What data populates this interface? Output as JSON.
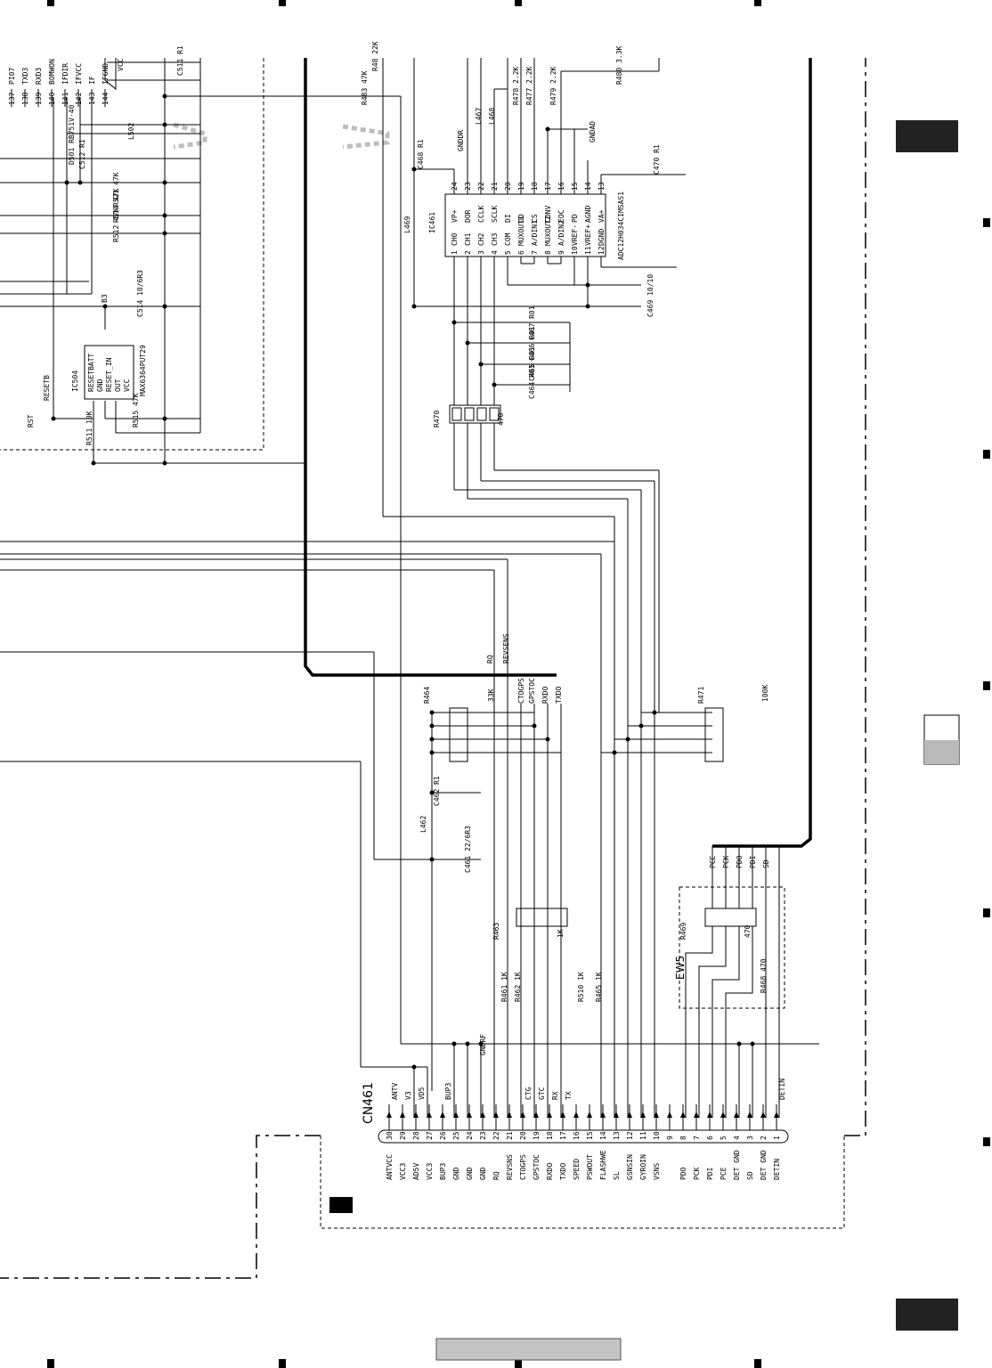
{
  "connector": {
    "ref": "CN461",
    "pins": [
      {
        "num": "30",
        "name": "ANTVCC",
        "net": "ANTV"
      },
      {
        "num": "29",
        "name": "VCC3",
        "net": "V3"
      },
      {
        "num": "28",
        "name": "AD5V",
        "net": "VD5"
      },
      {
        "num": "27",
        "name": "VCC3",
        "net": ""
      },
      {
        "num": "26",
        "name": "BUP3",
        "net": "BUP3"
      },
      {
        "num": "25",
        "name": "GND",
        "net": ""
      },
      {
        "num": "24",
        "name": "GND",
        "net": ""
      },
      {
        "num": "23",
        "name": "GND",
        "net": ""
      },
      {
        "num": "22",
        "name": "RQ",
        "net": ""
      },
      {
        "num": "21",
        "name": "REVSNS",
        "net": ""
      },
      {
        "num": "20",
        "name": "CTOGPS",
        "net": "CTG"
      },
      {
        "num": "19",
        "name": "GPSTOC",
        "net": "GTC"
      },
      {
        "num": "18",
        "name": "RXDO",
        "net": "RX"
      },
      {
        "num": "17",
        "name": "TXDO",
        "net": "TX"
      },
      {
        "num": "16",
        "name": "SPEED",
        "net": ""
      },
      {
        "num": "15",
        "name": "PSWOUT",
        "net": ""
      },
      {
        "num": "14",
        "name": "FLASHWE",
        "net": ""
      },
      {
        "num": "13",
        "name": "SL",
        "net": ""
      },
      {
        "num": "12",
        "name": "GSNSIN",
        "net": ""
      },
      {
        "num": "11",
        "name": "GYROIN",
        "net": ""
      },
      {
        "num": "10",
        "name": "VSNS",
        "net": ""
      },
      {
        "num": "9",
        "name": "",
        "net": ""
      },
      {
        "num": "8",
        "name": "PDO",
        "net": ""
      },
      {
        "num": "7",
        "name": "PCK",
        "net": ""
      },
      {
        "num": "6",
        "name": "PDI",
        "net": ""
      },
      {
        "num": "5",
        "name": "PCE",
        "net": ""
      },
      {
        "num": "4",
        "name": "DET GND",
        "net": ""
      },
      {
        "num": "3",
        "name": "SD",
        "net": ""
      },
      {
        "num": "2",
        "name": "DET GND",
        "net": ""
      },
      {
        "num": "1",
        "name": "DETIN",
        "net": "DETIN"
      }
    ]
  },
  "adc": {
    "ref": "IC461",
    "part": "ADC12H034CIMSAS1",
    "left_pins": [
      {
        "num": "1",
        "name": "CH0"
      },
      {
        "num": "2",
        "name": "CH1"
      },
      {
        "num": "3",
        "name": "CH2"
      },
      {
        "num": "4",
        "name": "CH3"
      },
      {
        "num": "5",
        "name": "COM"
      },
      {
        "num": "6",
        "name": "MUXOUT1"
      },
      {
        "num": "7",
        "name": "A/DIN1"
      },
      {
        "num": "8",
        "name": "MUXOUT2"
      },
      {
        "num": "9",
        "name": "A/DIN2"
      },
      {
        "num": "10",
        "name": "VREF-"
      },
      {
        "num": "11",
        "name": "VREF+"
      },
      {
        "num": "12",
        "name": "DGND"
      }
    ],
    "right_pins": [
      {
        "num": "24",
        "name": "VP+"
      },
      {
        "num": "23",
        "name": "DOR"
      },
      {
        "num": "22",
        "name": "CCLK"
      },
      {
        "num": "21",
        "name": "SCLK"
      },
      {
        "num": "20",
        "name": "DI"
      },
      {
        "num": "19",
        "name": "DO"
      },
      {
        "num": "18",
        "name": "CS"
      },
      {
        "num": "17",
        "name": "CONV"
      },
      {
        "num": "16",
        "name": "EOC"
      },
      {
        "num": "15",
        "name": "PD"
      },
      {
        "num": "14",
        "name": "AGND"
      },
      {
        "num": "13",
        "name": "VA+"
      }
    ]
  },
  "reset_ic": {
    "ref": "IC504",
    "part": "MAX6364PUT29",
    "pins": [
      "RESETBATT",
      "GND",
      "RESET_IN",
      "OUT",
      "VCC"
    ]
  },
  "cpu_pins": [
    {
      "num": "137",
      "name": "PI07"
    },
    {
      "num": "138",
      "name": "TXD3"
    },
    {
      "num": "139",
      "name": "RXD3"
    },
    {
      "num": "140",
      "name": "BOMWON"
    },
    {
      "num": "141",
      "name": "IFDIR"
    },
    {
      "num": "142",
      "name": "IFVCC"
    },
    {
      "num": "143",
      "name": "IF"
    },
    {
      "num": "144",
      "name": "IFGND"
    }
  ],
  "parts": {
    "r_arrays": [
      {
        "ref": "R470",
        "value": "470"
      },
      {
        "ref": "R464",
        "value": "33K"
      },
      {
        "ref": "R471",
        "value": "100K"
      },
      {
        "ref": "R463",
        "value": "1K"
      },
      {
        "ref": "R469",
        "value": "470"
      }
    ],
    "resistors": [
      {
        "ref": "R483",
        "value": "47K"
      },
      {
        "ref": "R48",
        "value": "22K"
      },
      {
        "ref": "R478",
        "value": "2.2K"
      },
      {
        "ref": "R477",
        "value": "2.2K"
      },
      {
        "ref": "R479",
        "value": "2.2K"
      },
      {
        "ref": "R480",
        "value": "3.3K"
      },
      {
        "ref": "R521",
        "value": "47K"
      },
      {
        "ref": "R514",
        "value": "47K"
      },
      {
        "ref": "R512",
        "value": "47K"
      },
      {
        "ref": "R515",
        "value": "47K"
      },
      {
        "ref": "R511",
        "value": "10K"
      },
      {
        "ref": "R461",
        "value": "1K"
      },
      {
        "ref": "R462",
        "value": "1K"
      },
      {
        "ref": "R510",
        "value": "1K"
      },
      {
        "ref": "R465",
        "value": "1K"
      },
      {
        "ref": "R468",
        "value": "470"
      }
    ],
    "capacitors": [
      {
        "ref": "C468",
        "value": "R1"
      },
      {
        "ref": "C470",
        "value": "R1"
      },
      {
        "ref": "C469",
        "value": "10/10"
      },
      {
        "ref": "C467",
        "value": "R01"
      },
      {
        "ref": "C466",
        "value": "R01"
      },
      {
        "ref": "C465",
        "value": "R01"
      },
      {
        "ref": "C464",
        "value": "R01"
      },
      {
        "ref": "C462",
        "value": "R1"
      },
      {
        "ref": "C461",
        "value": "22/6R3"
      },
      {
        "ref": "C514",
        "value": "10/6R3"
      },
      {
        "ref": "C511",
        "value": "R1"
      },
      {
        "ref": "C512",
        "value": "R1"
      }
    ],
    "inductors": [
      "L469",
      "L467",
      "L468",
      "L462",
      "L502"
    ],
    "diode": {
      "ref": "D501",
      "part": "RB751V-40"
    }
  },
  "nets": {
    "gnds": [
      "GNDDR",
      "GNDAD",
      "GNDRF"
    ],
    "bus_labels": [
      "CTOGPS",
      "GPSTOC",
      "RXDO",
      "TXDO",
      "RQ",
      "REVSENS",
      "PCE",
      "PCK",
      "PDO",
      "PDI",
      "SD"
    ],
    "misc": [
      "RESETB",
      "RST",
      "B3",
      "VCC",
      "EW5"
    ]
  },
  "page": {
    "section_letter": "",
    "corner_tab": ""
  }
}
